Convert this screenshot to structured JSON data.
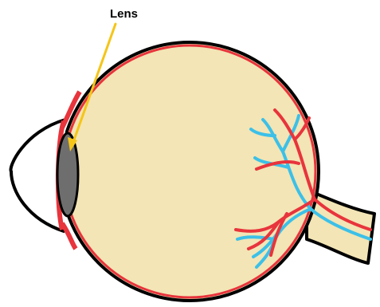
{
  "diagram": {
    "labels": {
      "lens": "Lens"
    },
    "colors": {
      "background": "#ffffff",
      "eyeball_fill": "#f3e5b5",
      "outline": "#000000",
      "sclera_line": "#e8343c",
      "lens_fill": "#6e6e6e",
      "pointer_arrow": "#f5c518",
      "vessel_red": "#e8343c",
      "vessel_blue": "#3cc0e8"
    },
    "parts": [
      "cornea",
      "eyeball",
      "lens",
      "blood-vessels",
      "optic-nerve",
      "label-arrow"
    ]
  }
}
